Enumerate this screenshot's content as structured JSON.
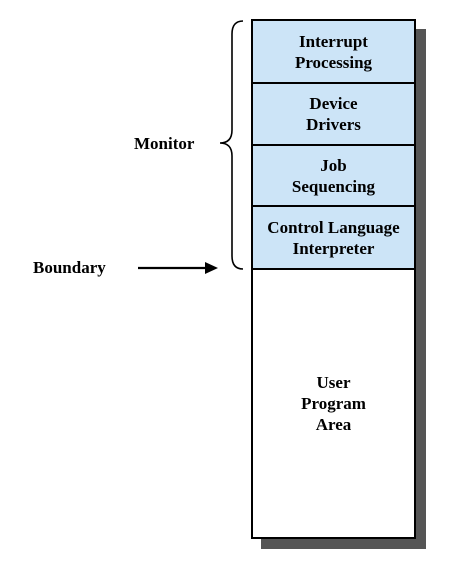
{
  "labels": {
    "monitor": "Monitor",
    "boundary": "Boundary"
  },
  "blocks": [
    {
      "text": "Interrupt\nProcessing",
      "fill": "#cce4f7"
    },
    {
      "text": "Device\nDrivers",
      "fill": "#cce4f7"
    },
    {
      "text": "Job\nSequencing",
      "fill": "#cce4f7"
    },
    {
      "text": "Control Language\nInterpreter",
      "fill": "#cce4f7"
    },
    {
      "text": "User\nProgram\nArea",
      "fill": "#ffffff"
    }
  ]
}
